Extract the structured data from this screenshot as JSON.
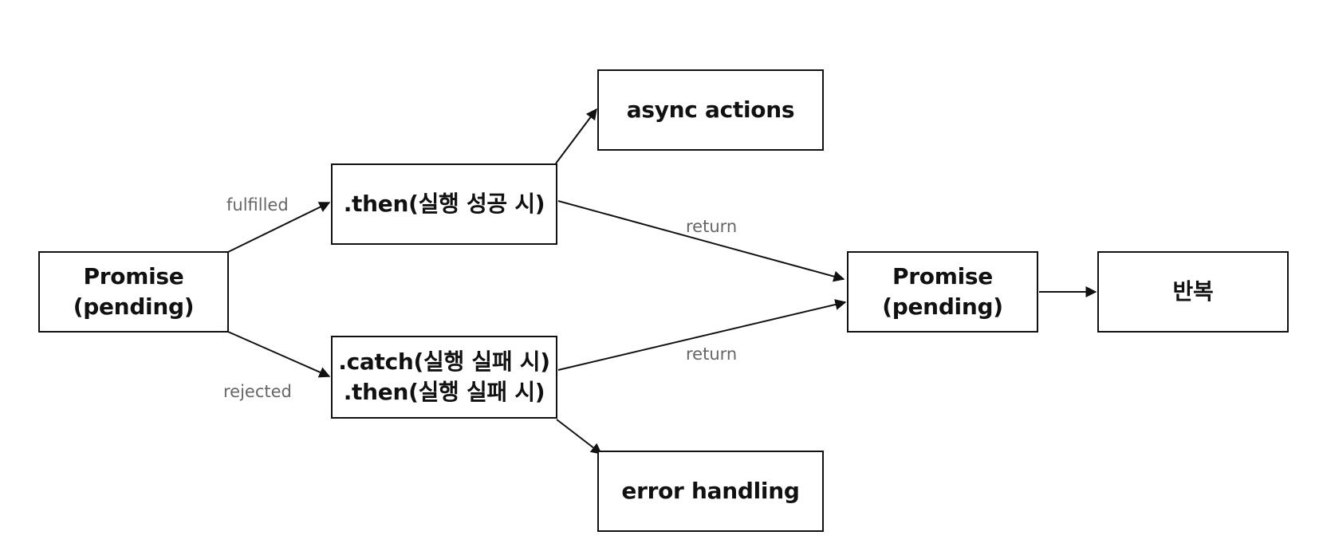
{
  "diagram": {
    "nodes": {
      "promise_start": {
        "lines": [
          "Promise",
          "(pending)"
        ]
      },
      "then_success": {
        "lines": [
          ".then(실행 성공 시)"
        ]
      },
      "catch_failure": {
        "lines": [
          ".catch(실행 실패 시)",
          ".then(실행 실패 시)"
        ]
      },
      "async_actions": {
        "lines": [
          "async actions"
        ]
      },
      "error_handling": {
        "lines": [
          "error handling"
        ]
      },
      "promise_next": {
        "lines": [
          "Promise",
          "(pending)"
        ]
      },
      "repeat": {
        "lines": [
          "반복"
        ]
      }
    },
    "edge_labels": {
      "fulfilled": "fulfilled",
      "rejected": "rejected",
      "return_top": "return",
      "return_bottom": "return"
    },
    "edges": [
      {
        "from": "promise_start",
        "to": "then_success",
        "label": "fulfilled"
      },
      {
        "from": "promise_start",
        "to": "catch_failure",
        "label": "rejected"
      },
      {
        "from": "then_success",
        "to": "async_actions"
      },
      {
        "from": "then_success",
        "to": "promise_next",
        "label": "return"
      },
      {
        "from": "catch_failure",
        "to": "promise_next",
        "label": "return"
      },
      {
        "from": "catch_failure",
        "to": "error_handling"
      },
      {
        "from": "promise_next",
        "to": "repeat"
      }
    ],
    "colors": {
      "stroke": "#111111",
      "label": "#666666",
      "background": "#ffffff"
    }
  }
}
